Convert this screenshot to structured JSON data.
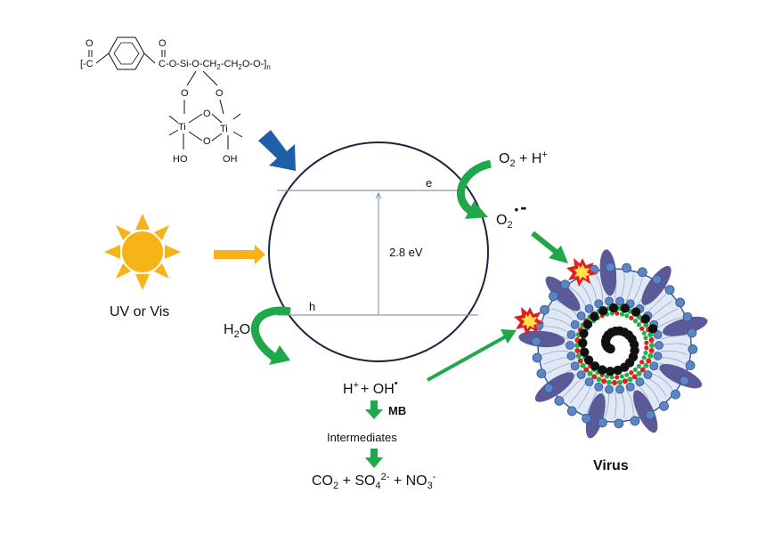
{
  "polymer": {
    "carbonyl_o": "O",
    "chain_left": "[-C",
    "chain_mid": "C-O-Si-O-CH",
    "chain_sub1": "2",
    "chain_mid2": "-CH",
    "chain_sub2": "2",
    "chain_end": "O-O-]",
    "chain_sub_n": "n",
    "si_o_left": "O",
    "si_o_right": "O",
    "ti_left": "Ti",
    "ti_right": "Ti",
    "bridge_o_top": "O",
    "bridge_o_bottom": "O",
    "oh_left": "HO",
    "oh_right": "OH"
  },
  "band": {
    "electron": "e",
    "hole": "h",
    "gap": "2.8 eV"
  },
  "light_label": "UV or Vis",
  "water": {
    "main": "H",
    "sub": "2",
    "tail": "O"
  },
  "oxygen_in": {
    "o": "O",
    "sub": "2",
    "rest": " + H",
    "sup": "+"
  },
  "superoxide": {
    "o": "O",
    "sub": "2",
    "dot": "•",
    "minus": "-"
  },
  "radicals": {
    "h": "H",
    "h_sup": "+",
    "rest": "+ OH",
    "dot": "•"
  },
  "mb_label": "MB",
  "intermediates": "Intermediates",
  "products": {
    "co": "CO",
    "co_sub": "2",
    "plus1": " + SO",
    "so_sub": "4",
    "so_sup": "2-",
    "plus2": " + NO",
    "no_sub": "3",
    "no_sup": "-"
  },
  "virus_label": "Virus",
  "colors": {
    "green_arrow": "#1ea84a",
    "orange_arrow": "#f5b21a",
    "blue_arrow": "#1f5fa8",
    "sun": "#f7b416",
    "virus_blue": "#5b86c4",
    "spike": "#5a5a99",
    "rna_red": "#e02020",
    "rna_green": "#22b04a"
  }
}
